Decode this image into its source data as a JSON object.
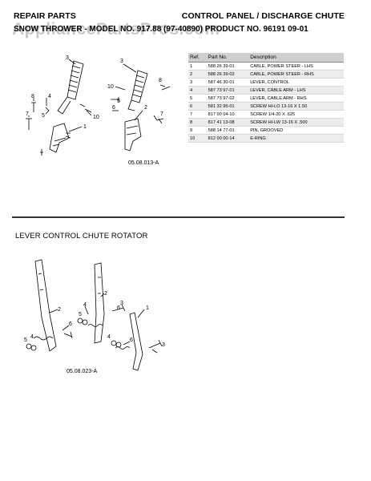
{
  "header": {
    "left": "REPAIR PARTS",
    "right": "CONTROL PANEL / DISCHARGE CHUTE",
    "model_line": "SNOW THROWER - MODEL NO. 917.88 (97-40890) PRODUCT NO. 96191 09-01"
  },
  "watermark": "AppliancePartsPros.com",
  "figure1": {
    "code": "05.08.013-A",
    "callouts": [
      "3",
      "4",
      "8",
      "5",
      "1",
      "7",
      "10",
      "3",
      "10",
      "8",
      "6",
      "5",
      "2",
      "7"
    ]
  },
  "parts_table": {
    "headers": [
      "Ref.",
      "Part No.",
      "Description"
    ],
    "rows": [
      {
        "ref": "1",
        "part": "588 26 39-01",
        "desc": "CABLE, POWER STEER - LHS"
      },
      {
        "ref": "2",
        "part": "588 26 39-02",
        "desc": "CABLE, POWER STEER - RHS"
      },
      {
        "ref": "3",
        "part": "587 46 30-01",
        "desc": "LEVER, CONTROL"
      },
      {
        "ref": "4",
        "part": "587 73 97-01",
        "desc": "LEVER, CABLE ARM - LHS"
      },
      {
        "ref": "5",
        "part": "587 73 97-02",
        "desc": "LEVER, CABLE ARM - RHS"
      },
      {
        "ref": "6",
        "part": "581 32 95-01",
        "desc": "SCREW HI-LO 13-16 X 1.50"
      },
      {
        "ref": "7",
        "part": "817 00 04-10",
        "desc": "SCREW 1/4-20 X .625"
      },
      {
        "ref": "8",
        "part": "817 41 13-08",
        "desc": "SCREW HI-LW 13-16 X .500"
      },
      {
        "ref": "9",
        "part": "588 14 77-01",
        "desc": "PIN, GROOVED"
      },
      {
        "ref": "10",
        "part": "812 00 00-14",
        "desc": "E-RING"
      }
    ]
  },
  "section2": {
    "title": "LEVER CONTROL CHUTE ROTATOR",
    "code": "05.08.023-A",
    "callouts": [
      "2",
      "2",
      "1",
      "6",
      "6",
      "4",
      "3",
      "5",
      "4",
      "5",
      "4",
      "6",
      "3"
    ]
  }
}
